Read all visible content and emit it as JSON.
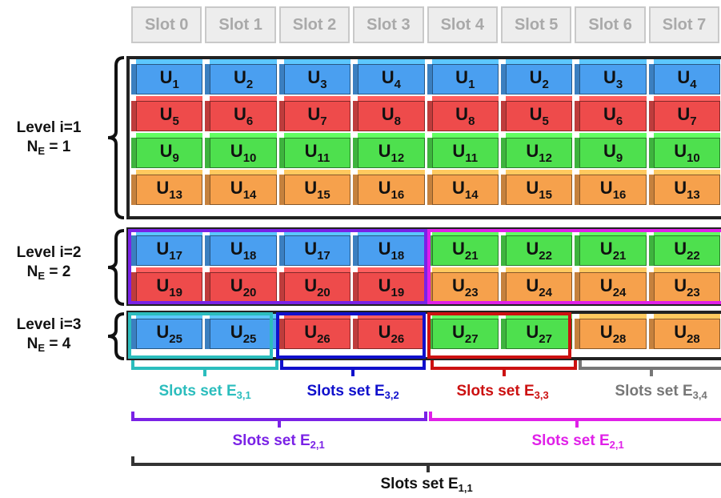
{
  "slots": [
    "Slot 0",
    "Slot 1",
    "Slot 2",
    "Slot 3",
    "Slot 4",
    "Slot 5",
    "Slot 6",
    "Slot 7"
  ],
  "colors": {
    "blue": "#4a9ff0",
    "red": "#ee4b4b",
    "green": "#4ee04e",
    "orange": "#f6a14c",
    "frame_black": "#111111",
    "purple": "#7a22e6",
    "magenta": "#e020e8",
    "teal": "#2bbdbd",
    "navy": "#1010cc",
    "dark_red": "#cc1111",
    "gray": "#777777"
  },
  "levels": [
    {
      "name": "Level i=1",
      "ne_label": "N",
      "ne_sub": "E",
      "ne_value": " = 1",
      "rows": [
        {
          "color": "blue",
          "cells": [
            "1",
            "2",
            "3",
            "4",
            "1",
            "2",
            "3",
            "4"
          ]
        },
        {
          "color": "red",
          "cells": [
            "5",
            "6",
            "7",
            "8",
            "8",
            "5",
            "6",
            "7"
          ]
        },
        {
          "color": "green",
          "cells": [
            "9",
            "10",
            "11",
            "12",
            "11",
            "12",
            "9",
            "10"
          ]
        },
        {
          "color": "orange",
          "cells": [
            "13",
            "14",
            "15",
            "16",
            "14",
            "15",
            "16",
            "13"
          ]
        }
      ]
    },
    {
      "name": "Level i=2",
      "ne_label": "N",
      "ne_sub": "E",
      "ne_value": " = 2",
      "rows": [
        {
          "colors": [
            "blue",
            "blue",
            "blue",
            "blue",
            "green",
            "green",
            "green",
            "green"
          ],
          "cells": [
            "17",
            "18",
            "17",
            "18",
            "21",
            "22",
            "21",
            "22"
          ]
        },
        {
          "colors": [
            "red",
            "red",
            "red",
            "red",
            "orange",
            "orange",
            "orange",
            "orange"
          ],
          "cells": [
            "19",
            "20",
            "20",
            "19",
            "23",
            "24",
            "24",
            "23"
          ]
        }
      ]
    },
    {
      "name": "Level i=3",
      "ne_label": "N",
      "ne_sub": "E",
      "ne_value": " = 4",
      "rows": [
        {
          "colors": [
            "blue",
            "blue",
            "red",
            "red",
            "green",
            "green",
            "orange",
            "orange"
          ],
          "cells": [
            "25",
            "25",
            "26",
            "26",
            "27",
            "27",
            "28",
            "28"
          ]
        }
      ]
    }
  ],
  "slot_sets": [
    {
      "text": "Slots set E",
      "sub": "3,1",
      "color": "teal"
    },
    {
      "text": "Slots set E",
      "sub": "3,2",
      "color": "navy"
    },
    {
      "text": "Slots set E",
      "sub": "3,3",
      "color": "dark_red"
    },
    {
      "text": "Slots set E",
      "sub": "3,4",
      "color": "gray"
    },
    {
      "text": "Slots set E",
      "sub": "2,1",
      "color": "purple"
    },
    {
      "text": "Slots set E",
      "sub": "2,1",
      "color": "magenta"
    },
    {
      "text": "Slots set E",
      "sub": "1,1",
      "color": "frame_black"
    }
  ]
}
